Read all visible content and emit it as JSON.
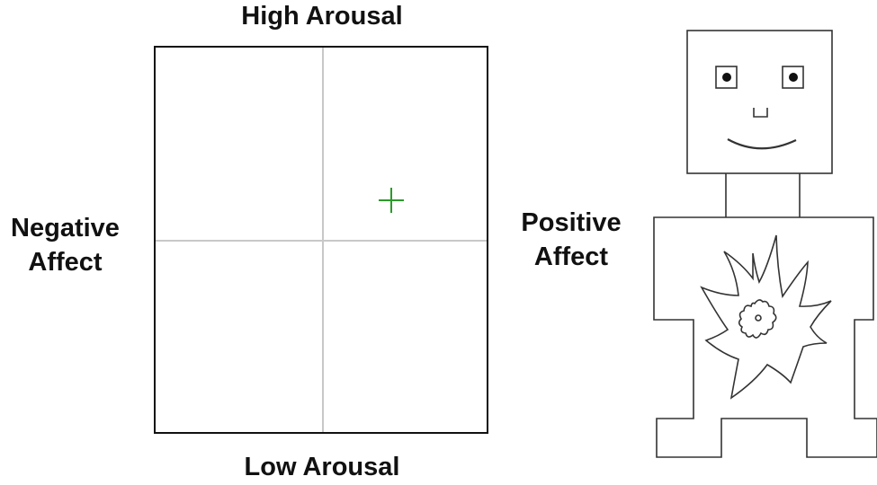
{
  "labels": {
    "top": "High Arousal",
    "bottom": "Low Arousal",
    "left_line1": "Negative",
    "left_line2": "Affect",
    "right_line1": "Positive",
    "right_line2": "Affect"
  },
  "colors": {
    "grid_border": "#111111",
    "grid_divider": "#c8c8c8",
    "cursor": "#2a9a2a",
    "figure_stroke": "#333333"
  },
  "icons": {
    "cursor": "crosshair-plus-icon",
    "figure": "self-assessment-manikin-icon"
  }
}
